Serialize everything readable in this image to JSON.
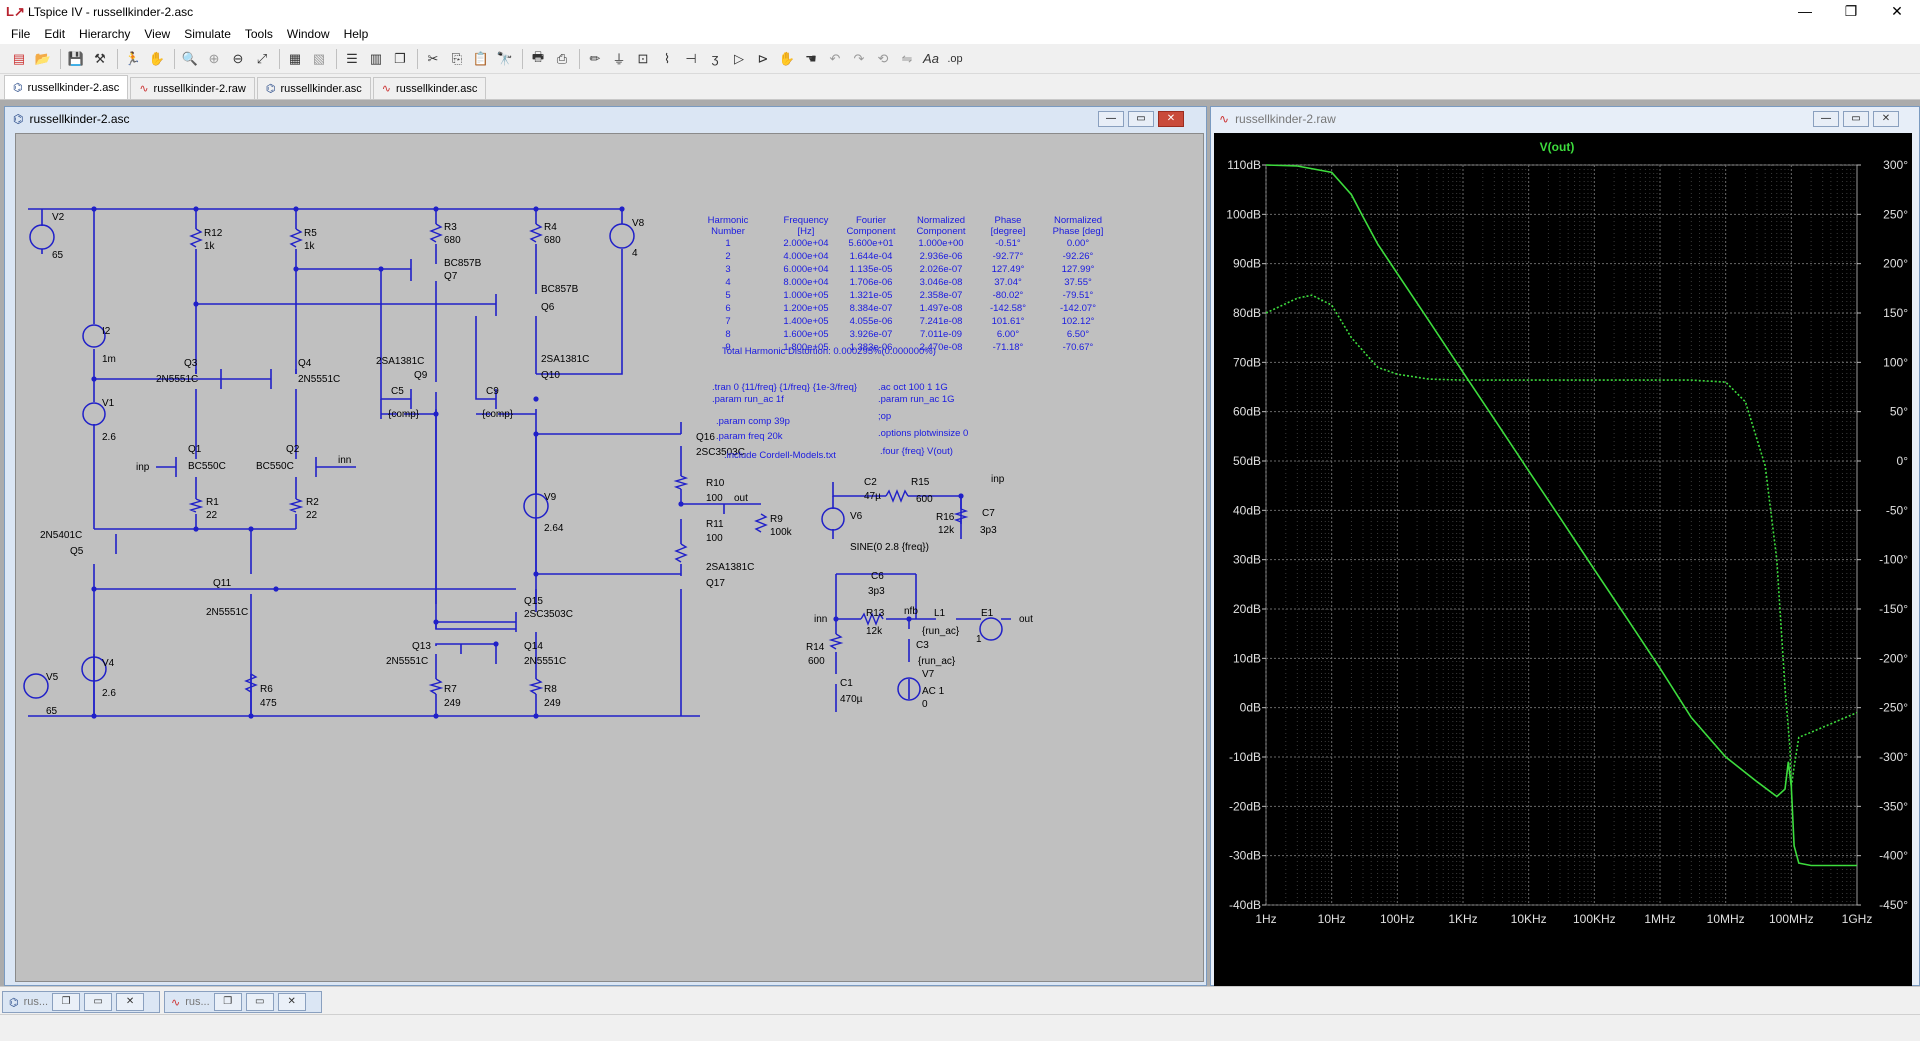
{
  "window": {
    "title": "LTspice IV - russellkinder-2.asc",
    "app_icon": "ltspice-icon"
  },
  "menu": [
    "File",
    "Edit",
    "Hierarchy",
    "View",
    "Simulate",
    "Tools",
    "Window",
    "Help"
  ],
  "tabs": [
    {
      "label": "russellkinder-2.asc",
      "icon": "schematic-icon"
    },
    {
      "label": "russellkinder-2.raw",
      "icon": "waveform-icon"
    },
    {
      "label": "russellkinder.asc",
      "icon": "schematic-icon"
    },
    {
      "label": "russellkinder.asc",
      "icon": "waveform-icon"
    }
  ],
  "schematic_window": {
    "title": "russellkinder-2.asc"
  },
  "waveform_window": {
    "title": "russellkinder-2.raw",
    "trace_label": "V(out)"
  },
  "minimized": [
    {
      "label": "rus..."
    },
    {
      "label": "rus..."
    }
  ],
  "fourier_table": {
    "headers": [
      [
        "Harmonic",
        "Number"
      ],
      [
        "Frequency",
        "[Hz]"
      ],
      [
        "Fourier",
        "Component"
      ],
      [
        "Normalized",
        "Component"
      ],
      [
        "Phase",
        "[degree]"
      ],
      [
        "Normalized",
        "Phase [deg]"
      ]
    ],
    "rows": [
      [
        "1",
        "2.000e+04",
        "5.600e+01",
        "1.000e+00",
        "-0.51°",
        "0.00°"
      ],
      [
        "2",
        "4.000e+04",
        "1.644e-04",
        "2.936e-06",
        "-92.77°",
        "-92.26°"
      ],
      [
        "3",
        "6.000e+04",
        "1.135e-05",
        "2.026e-07",
        "127.49°",
        "127.99°"
      ],
      [
        "4",
        "8.000e+04",
        "1.706e-06",
        "3.046e-08",
        "37.04°",
        "37.55°"
      ],
      [
        "5",
        "1.000e+05",
        "1.321e-05",
        "2.358e-07",
        "-80.02°",
        "-79.51°"
      ],
      [
        "6",
        "1.200e+05",
        "8.384e-07",
        "1.497e-08",
        "-142.58°",
        "-142.07°"
      ],
      [
        "7",
        "1.400e+05",
        "4.055e-06",
        "7.241e-08",
        "101.61°",
        "102.12°"
      ],
      [
        "8",
        "1.600e+05",
        "3.926e-07",
        "7.011e-09",
        "6.00°",
        "6.50°"
      ],
      [
        "9",
        "1.800e+05",
        "1.383e-06",
        "2.470e-08",
        "-71.18°",
        "-70.67°"
      ]
    ],
    "thd": "Total Harmonic Distortion: 0.000295%(0.000000%)"
  },
  "directives": [
    ".tran 0 {11/freq} {1/freq} {1e-3/freq}",
    ".param run_ac 1f",
    ".ac oct 100 1 1G",
    ".param run_ac 1G",
    ".param comp 39p",
    ";op",
    ".param freq 20k",
    ".options plotwinsize 0",
    ".include Cordell-Models.txt",
    ".four {freq} V(out)"
  ],
  "components": {
    "V2": [
      "V2",
      "65"
    ],
    "R12": [
      "R12",
      "1k"
    ],
    "R5": [
      "R5",
      "1k"
    ],
    "R3": [
      "R3",
      "680"
    ],
    "R4": [
      "R4",
      "680"
    ],
    "V8": [
      "V8",
      "4"
    ],
    "Q7": [
      "BC857B",
      "Q7"
    ],
    "Q6": [
      "BC857B",
      "Q6"
    ],
    "I2": [
      "I2",
      "1m"
    ],
    "Q3": [
      "Q3",
      "2N5551C"
    ],
    "Q4": [
      "Q4",
      "2N5551C"
    ],
    "Q9": [
      "2SA1381C",
      "Q9"
    ],
    "Q10": [
      "2SA1381C",
      "Q10"
    ],
    "C5": [
      "C5",
      "{comp}"
    ],
    "C9": [
      "C9",
      "{comp}"
    ],
    "V1": [
      "V1",
      "2.6"
    ],
    "Q1": [
      "Q1",
      "BC550C"
    ],
    "Q2": [
      "Q2",
      "BC550C"
    ],
    "R1": [
      "R1",
      "22"
    ],
    "R2": [
      "R2",
      "22"
    ],
    "Q5": [
      "2N5401C",
      "Q5"
    ],
    "Q11": [
      "Q11",
      "2N5551C"
    ],
    "V9": [
      "V9",
      "2.64"
    ],
    "Q16": [
      "Q16",
      "2SC3503C"
    ],
    "R10": [
      "R10",
      "100"
    ],
    "R11": [
      "R11",
      "100"
    ],
    "R9": [
      "R9",
      "100k"
    ],
    "Q17": [
      "2SA1381C",
      "Q17"
    ],
    "Q15": [
      "Q15",
      "2SC3503C"
    ],
    "Q13": [
      "Q13",
      "2N5551C"
    ],
    "Q14": [
      "Q14",
      "2N5551C"
    ],
    "V4": [
      "V4",
      "2.6"
    ],
    "V5": [
      "V5",
      "65"
    ],
    "R6": [
      "R6",
      "475"
    ],
    "R7": [
      "R7",
      "249"
    ],
    "R8": [
      "R8",
      "249"
    ],
    "C2": [
      "C2",
      "47µ"
    ],
    "R15": [
      "R15",
      "600"
    ],
    "V6": [
      "V6",
      "SINE(0 2.8 {freq})"
    ],
    "R16": [
      "R16",
      "12k"
    ],
    "C7": [
      "C7",
      "3p3"
    ],
    "C6": [
      "C6",
      "3p3"
    ],
    "R13": [
      "R13",
      "12k"
    ],
    "L1": [
      "L1",
      "{run_ac}"
    ],
    "C3": [
      "C3",
      "{run_ac}"
    ],
    "R14": [
      "R14",
      "600"
    ],
    "C1": [
      "C1",
      "470µ"
    ],
    "V7": [
      "V7",
      "AC 1",
      "0"
    ],
    "E1": [
      "E1",
      "1"
    ]
  },
  "nets": {
    "inp": "inp",
    "inn": "inn",
    "out": "out",
    "innr": "inn",
    "nfb": "nfb",
    "inp2": "inp",
    "out2": "out"
  },
  "chart_data": {
    "type": "line",
    "title": "V(out)",
    "x_scale": "log",
    "xlim": [
      1,
      1000000000
    ],
    "x_ticks": [
      "1Hz",
      "10Hz",
      "100Hz",
      "1KHz",
      "10KHz",
      "100KHz",
      "1MHz",
      "10MHz",
      "100MHz",
      "1GHz"
    ],
    "y_left": {
      "label": "dB",
      "lim": [
        -40,
        110
      ],
      "ticks": [
        "110dB",
        "100dB",
        "90dB",
        "80dB",
        "70dB",
        "60dB",
        "50dB",
        "40dB",
        "30dB",
        "20dB",
        "10dB",
        "0dB",
        "-10dB",
        "-20dB",
        "-30dB",
        "-40dB"
      ]
    },
    "y_right": {
      "label": "degree",
      "lim": [
        -450,
        300
      ],
      "ticks": [
        "300°",
        "250°",
        "200°",
        "150°",
        "100°",
        "50°",
        "0°",
        "-50°",
        "-100°",
        "-150°",
        "-200°",
        "-250°",
        "-300°",
        "-350°",
        "-400°",
        "-450°"
      ]
    },
    "grid": true,
    "series": [
      {
        "name": "magnitude",
        "color": "#3ddc3d",
        "style": "solid",
        "axis": "left",
        "x": [
          1,
          3,
          10,
          20,
          30,
          50,
          100,
          300,
          1000,
          3000,
          10000,
          30000,
          100000,
          300000,
          1000000,
          3000000,
          10000000,
          30000000,
          60000000,
          80000000,
          90000000,
          100000000,
          110000000,
          130000000,
          200000000,
          1000000000
        ],
        "y": [
          110,
          109.8,
          108.5,
          104,
          99.5,
          94,
          88,
          78.5,
          68,
          58.5,
          48,
          38.5,
          28,
          18.5,
          8,
          -2,
          -10,
          -15,
          -18,
          -16.5,
          -11,
          -16,
          -28,
          -31.5,
          -32,
          -32
        ]
      },
      {
        "name": "phase",
        "color": "#3ddc3d",
        "style": "dotted",
        "axis": "right",
        "x": [
          1,
          3,
          5,
          10,
          20,
          50,
          100,
          300,
          1000,
          10000,
          100000,
          1000000,
          3000000,
          10000000,
          20000000,
          40000000,
          60000000,
          80000000,
          95000000,
          100000000,
          110000000,
          130000000,
          200000000,
          1000000000
        ],
        "y": [
          150,
          165,
          168,
          158,
          125,
          95,
          88,
          83,
          82,
          82,
          82,
          82,
          82,
          80,
          60,
          -5,
          -100,
          -230,
          -290,
          -330,
          -310,
          -280,
          -275,
          -255
        ]
      }
    ]
  }
}
